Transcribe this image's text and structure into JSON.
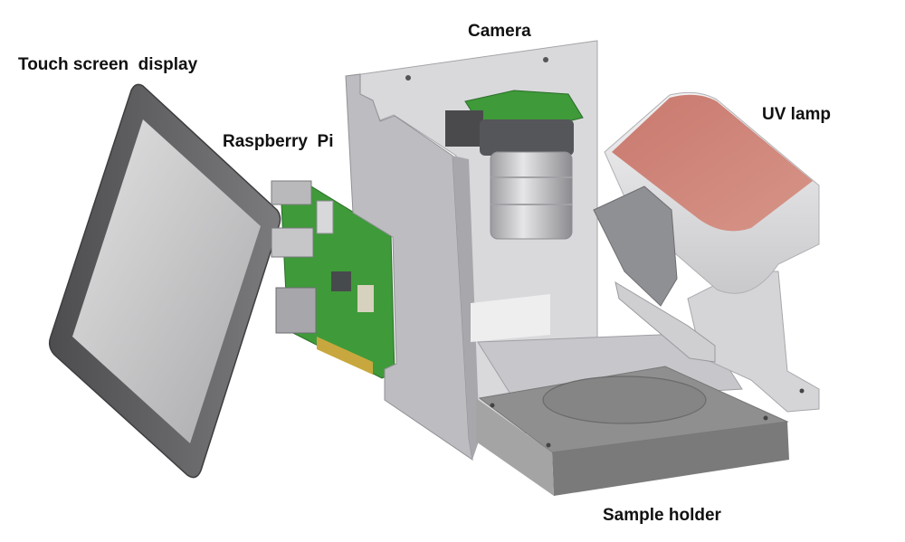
{
  "labels": {
    "camera": "Camera",
    "touch_screen": "Touch screen  display",
    "raspberry_pi": "Raspberry  Pi",
    "uv_lamp": "UV lamp",
    "sample_holder": "Sample holder"
  },
  "colors": {
    "enclosure_light": "#d9d9dc",
    "enclosure_mid": "#bdbdc1",
    "enclosure_dark": "#9b9ba0",
    "pcb_green": "#3f9a3a",
    "lamp_pink": "#cf7f72",
    "tray_gray": "#8e8e8e",
    "screen_frame": "#5a5a5c",
    "screen_panel": "#c4c4c6"
  }
}
